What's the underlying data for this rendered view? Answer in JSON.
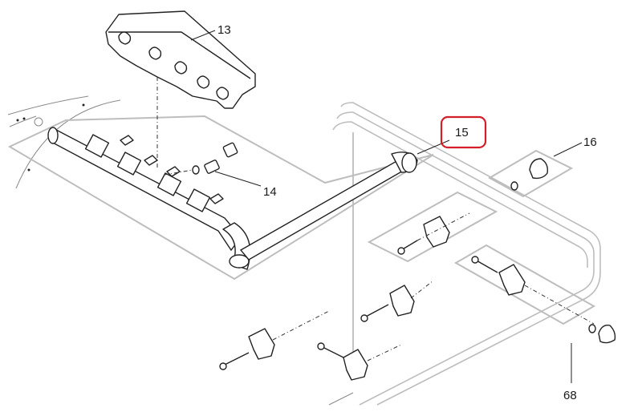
{
  "callouts": {
    "c13": "13",
    "c14": "14",
    "c15": "15",
    "c16": "16",
    "c68": "68"
  },
  "highlight_color": "#d21f2a"
}
